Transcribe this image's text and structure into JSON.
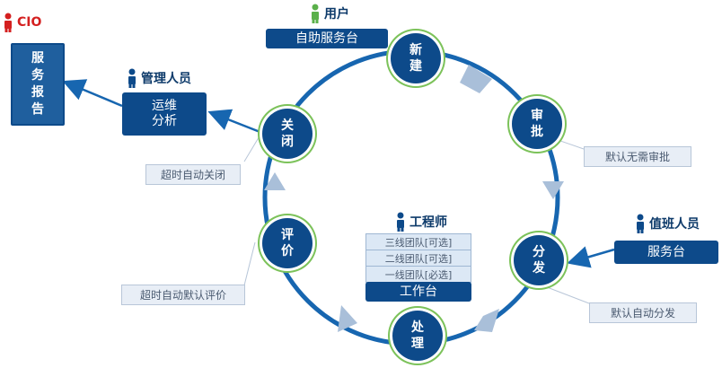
{
  "colors": {
    "primary": "#0d4a8a",
    "ring": "#1766b0",
    "highlight": "#7cc25a",
    "cio": "#d42020",
    "user": "#5ab04a",
    "arrow": "#a9bfd9"
  },
  "cio": {
    "label": "CIO",
    "report": "服务报告",
    "icon": "person-icon"
  },
  "manager": {
    "label": "管理人员",
    "box": "运维分析",
    "icon": "person-icon"
  },
  "user": {
    "label": "用户",
    "box": "自助服务台",
    "icon": "person-icon"
  },
  "engineer": {
    "label": "工程师",
    "tiers": [
      "三线团队[可选]",
      "二线团队[可选]",
      "一线团队[必选]"
    ],
    "box": "工作台",
    "icon": "person-icon"
  },
  "duty": {
    "label": "值班人员",
    "box": "服务台",
    "icon": "person-icon"
  },
  "nodes": {
    "create": "新建",
    "approve": "审批",
    "dispatch": "分发",
    "handle": "处理",
    "evaluate": "评价",
    "close": "关闭"
  },
  "notes": {
    "approve": "默认无需审批",
    "dispatch": "默认自动分发",
    "evaluate": "超时自动默认评价",
    "close": "超时自动关闭"
  }
}
